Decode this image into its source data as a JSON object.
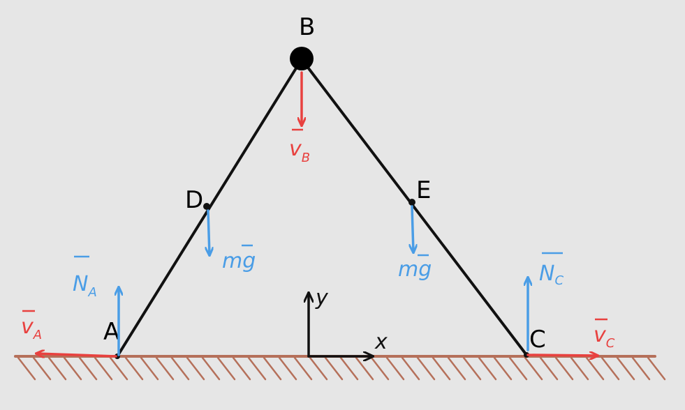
{
  "points": {
    "A": "A",
    "B": "B",
    "C": "C",
    "D": "D",
    "E": "E"
  },
  "axes": {
    "x": "x",
    "y": "y"
  },
  "vectors": {
    "vA": {
      "symbol": "v",
      "sub": "A"
    },
    "vB": {
      "symbol": "v",
      "sub": "B"
    },
    "vC": {
      "symbol": "v",
      "sub": "C"
    },
    "NA": {
      "symbol": "N",
      "sub": "A"
    },
    "NC": {
      "symbol": "N",
      "sub": "C"
    },
    "mgD": {
      "symbol": "mg"
    },
    "mgE": {
      "symbol": "mg"
    }
  },
  "colors": {
    "background": "#e6e6e6",
    "structure": "#111111",
    "velocity": "#e8413f",
    "force": "#4a9de6",
    "ground": "#b5705a"
  }
}
